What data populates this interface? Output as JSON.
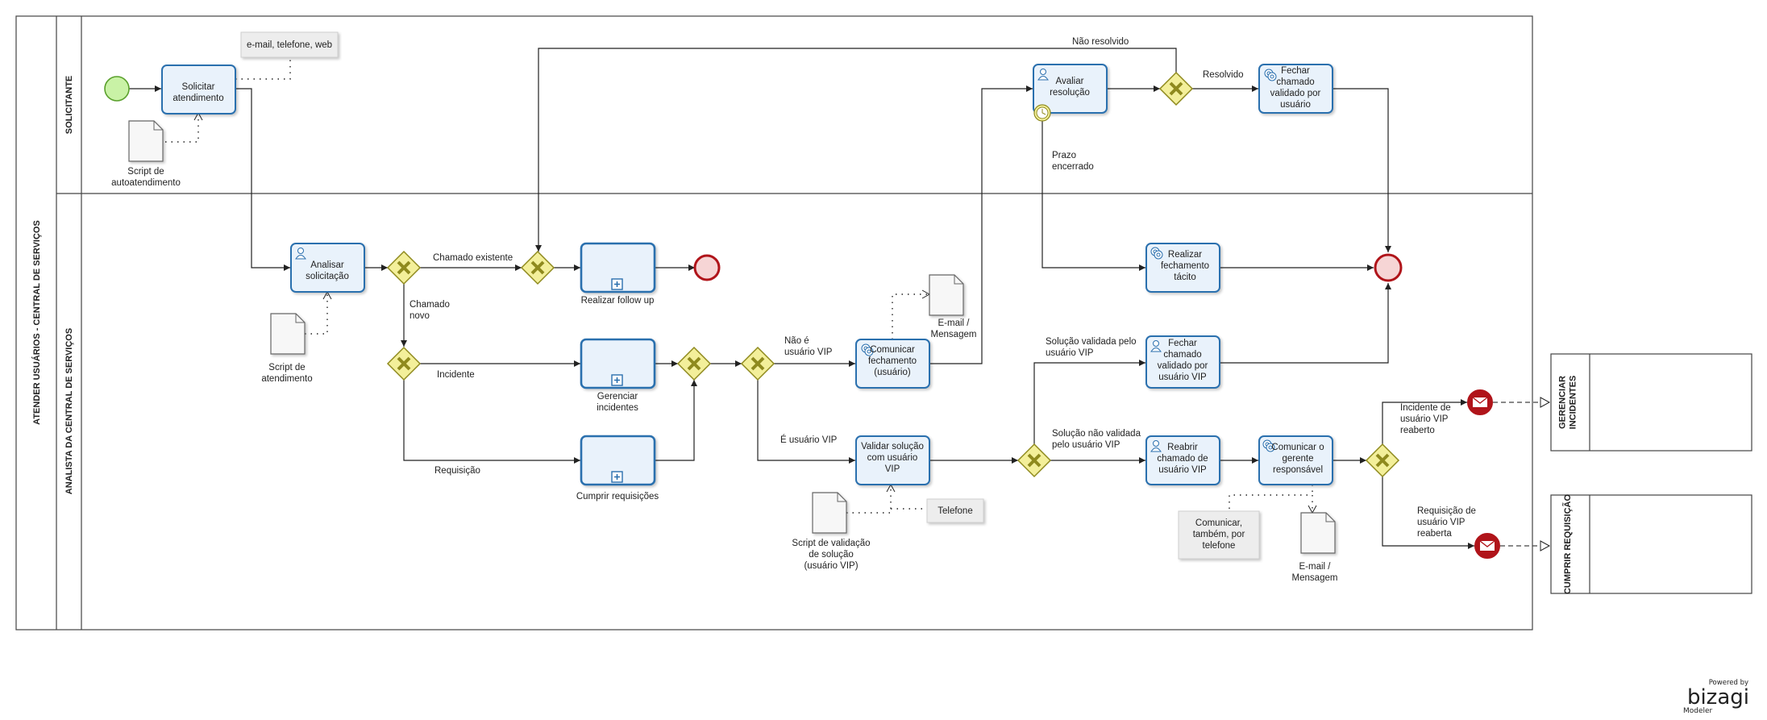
{
  "pool": {
    "title": "ATENDER USUÁRIOS - CENTRAL DE SERVIÇOS"
  },
  "lanes": [
    {
      "id": "solicitante",
      "title": "SOLICITANTE"
    },
    {
      "id": "analista",
      "title": "ANALISTA DA CENTRAL DE SERVIÇOS"
    }
  ],
  "collapsed_pools": [
    {
      "id": "gerenciar",
      "title": "GERENCIAR INCIDENTES"
    },
    {
      "id": "cumprir",
      "title": "CUMPRIR REQUISIÇÃO"
    }
  ],
  "tasks": {
    "solicitar": [
      "Solicitar",
      "atendimento"
    ],
    "analisar": [
      "Analisar",
      "solicitação"
    ],
    "followup": [
      "Realizar follow up"
    ],
    "gerenciar": [
      "Gerenciar",
      "incidentes"
    ],
    "cumprir": [
      "Cumprir requisições"
    ],
    "comunicar_fech": [
      "Comunicar",
      "fechamento",
      "(usuário)"
    ],
    "validar": [
      "Validar solução",
      "com usuário",
      "VIP"
    ],
    "avaliar": [
      "Avaliar",
      "resolução"
    ],
    "fechar_usuario": [
      "Fechar",
      "chamado",
      "validado por",
      "usuário"
    ],
    "fech_tacito": [
      "Realizar",
      "fechamento",
      "tácito"
    ],
    "fechar_vip": [
      "Fechar",
      "chamado",
      "validado por",
      "usuário VIP"
    ],
    "reabrir": [
      "Reabrir",
      "chamado de",
      "usuário VIP"
    ],
    "comunicar_gerente": [
      "Comunicar o",
      "gerente",
      "responsável"
    ]
  },
  "documents": {
    "script_auto": [
      "Script de",
      "autoatendimento"
    ],
    "script_atend": [
      "Script de",
      "atendimento"
    ],
    "email1": [
      "E-mail  /",
      "Mensagem"
    ],
    "script_valid": [
      "Script de validação",
      "de solução",
      "(usuário VIP)"
    ],
    "email2": [
      "E-mail /",
      "Mensagem"
    ]
  },
  "annotations": {
    "canais": [
      "e-mail, telefone, web"
    ],
    "telefone": [
      "Telefone"
    ],
    "comunicar": [
      "Comunicar,",
      "também, por",
      "telefone"
    ]
  },
  "flow_labels": {
    "chamado_existente": [
      "Chamado existente"
    ],
    "chamado_novo": [
      "Chamado",
      "novo"
    ],
    "incidente": [
      "Incidente"
    ],
    "requisicao": [
      "Requisição"
    ],
    "nao_vip": [
      "Não é",
      "usuário VIP"
    ],
    "e_vip": [
      "É usuário VIP"
    ],
    "nao_resolvido": [
      "Não resolvido"
    ],
    "resolvido": [
      "Resolvido"
    ],
    "prazo": [
      "Prazo",
      "encerrado"
    ],
    "sol_validada": [
      "Solução validada pelo",
      "usuário VIP"
    ],
    "sol_nao_validada": [
      "Solução não validada",
      "pelo usuário VIP"
    ],
    "inc_reaberto": [
      "Incidente de",
      "usuário VIP",
      "reaberto"
    ],
    "req_reaberta": [
      "Requisição de",
      "usuário VIP",
      "reaberta"
    ]
  },
  "branding": {
    "powered": "Powered by",
    "name": "bizagi",
    "sub": "Modeler"
  },
  "colors": {
    "task_stroke": "#2a6fae",
    "task_fill": "#e9f2fb",
    "gateway_fill": "#f3ef9a",
    "gateway_stroke": "#8f8a1e",
    "start_fill": "#c9f2a6",
    "start_stroke": "#5aa02c",
    "end_fill": "#f6d5d5",
    "end_stroke": "#b0141a",
    "brand": "#e8805c"
  }
}
